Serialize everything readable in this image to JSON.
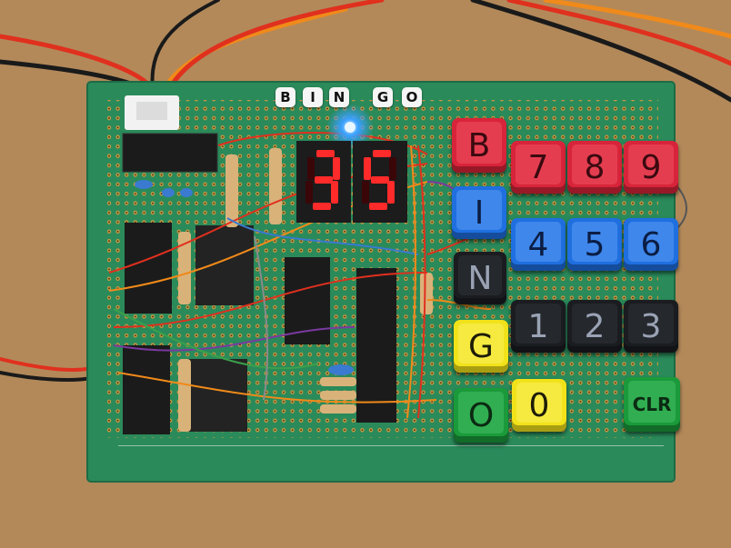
{
  "display": {
    "digits": "35"
  },
  "label_letters": [
    "B",
    "I",
    "N",
    "G",
    "O"
  ],
  "left_keys": [
    {
      "label": "B",
      "color": "red"
    },
    {
      "label": "I",
      "color": "blue"
    },
    {
      "label": "N",
      "color": "black"
    },
    {
      "label": "G",
      "color": "yellow"
    },
    {
      "label": "O",
      "color": "green"
    }
  ],
  "number_keys": [
    {
      "label": "7",
      "color": "red"
    },
    {
      "label": "8",
      "color": "red"
    },
    {
      "label": "9",
      "color": "red"
    },
    {
      "label": "4",
      "color": "blue"
    },
    {
      "label": "5",
      "color": "blue"
    },
    {
      "label": "6",
      "color": "blue"
    },
    {
      "label": "1",
      "color": "black"
    },
    {
      "label": "2",
      "color": "black"
    },
    {
      "label": "3",
      "color": "black"
    }
  ],
  "zero_key": {
    "label": "0",
    "color": "yellow"
  },
  "clear_key": {
    "label": "CLR",
    "color": "green"
  },
  "colors": {
    "pcb": "#2a8a5a",
    "led_on": "#ff2a2a",
    "led_off": "#3a0608",
    "wire_red": "#e0301e",
    "wire_orange": "#f08a1a",
    "wire_black": "#1a1a1a"
  }
}
